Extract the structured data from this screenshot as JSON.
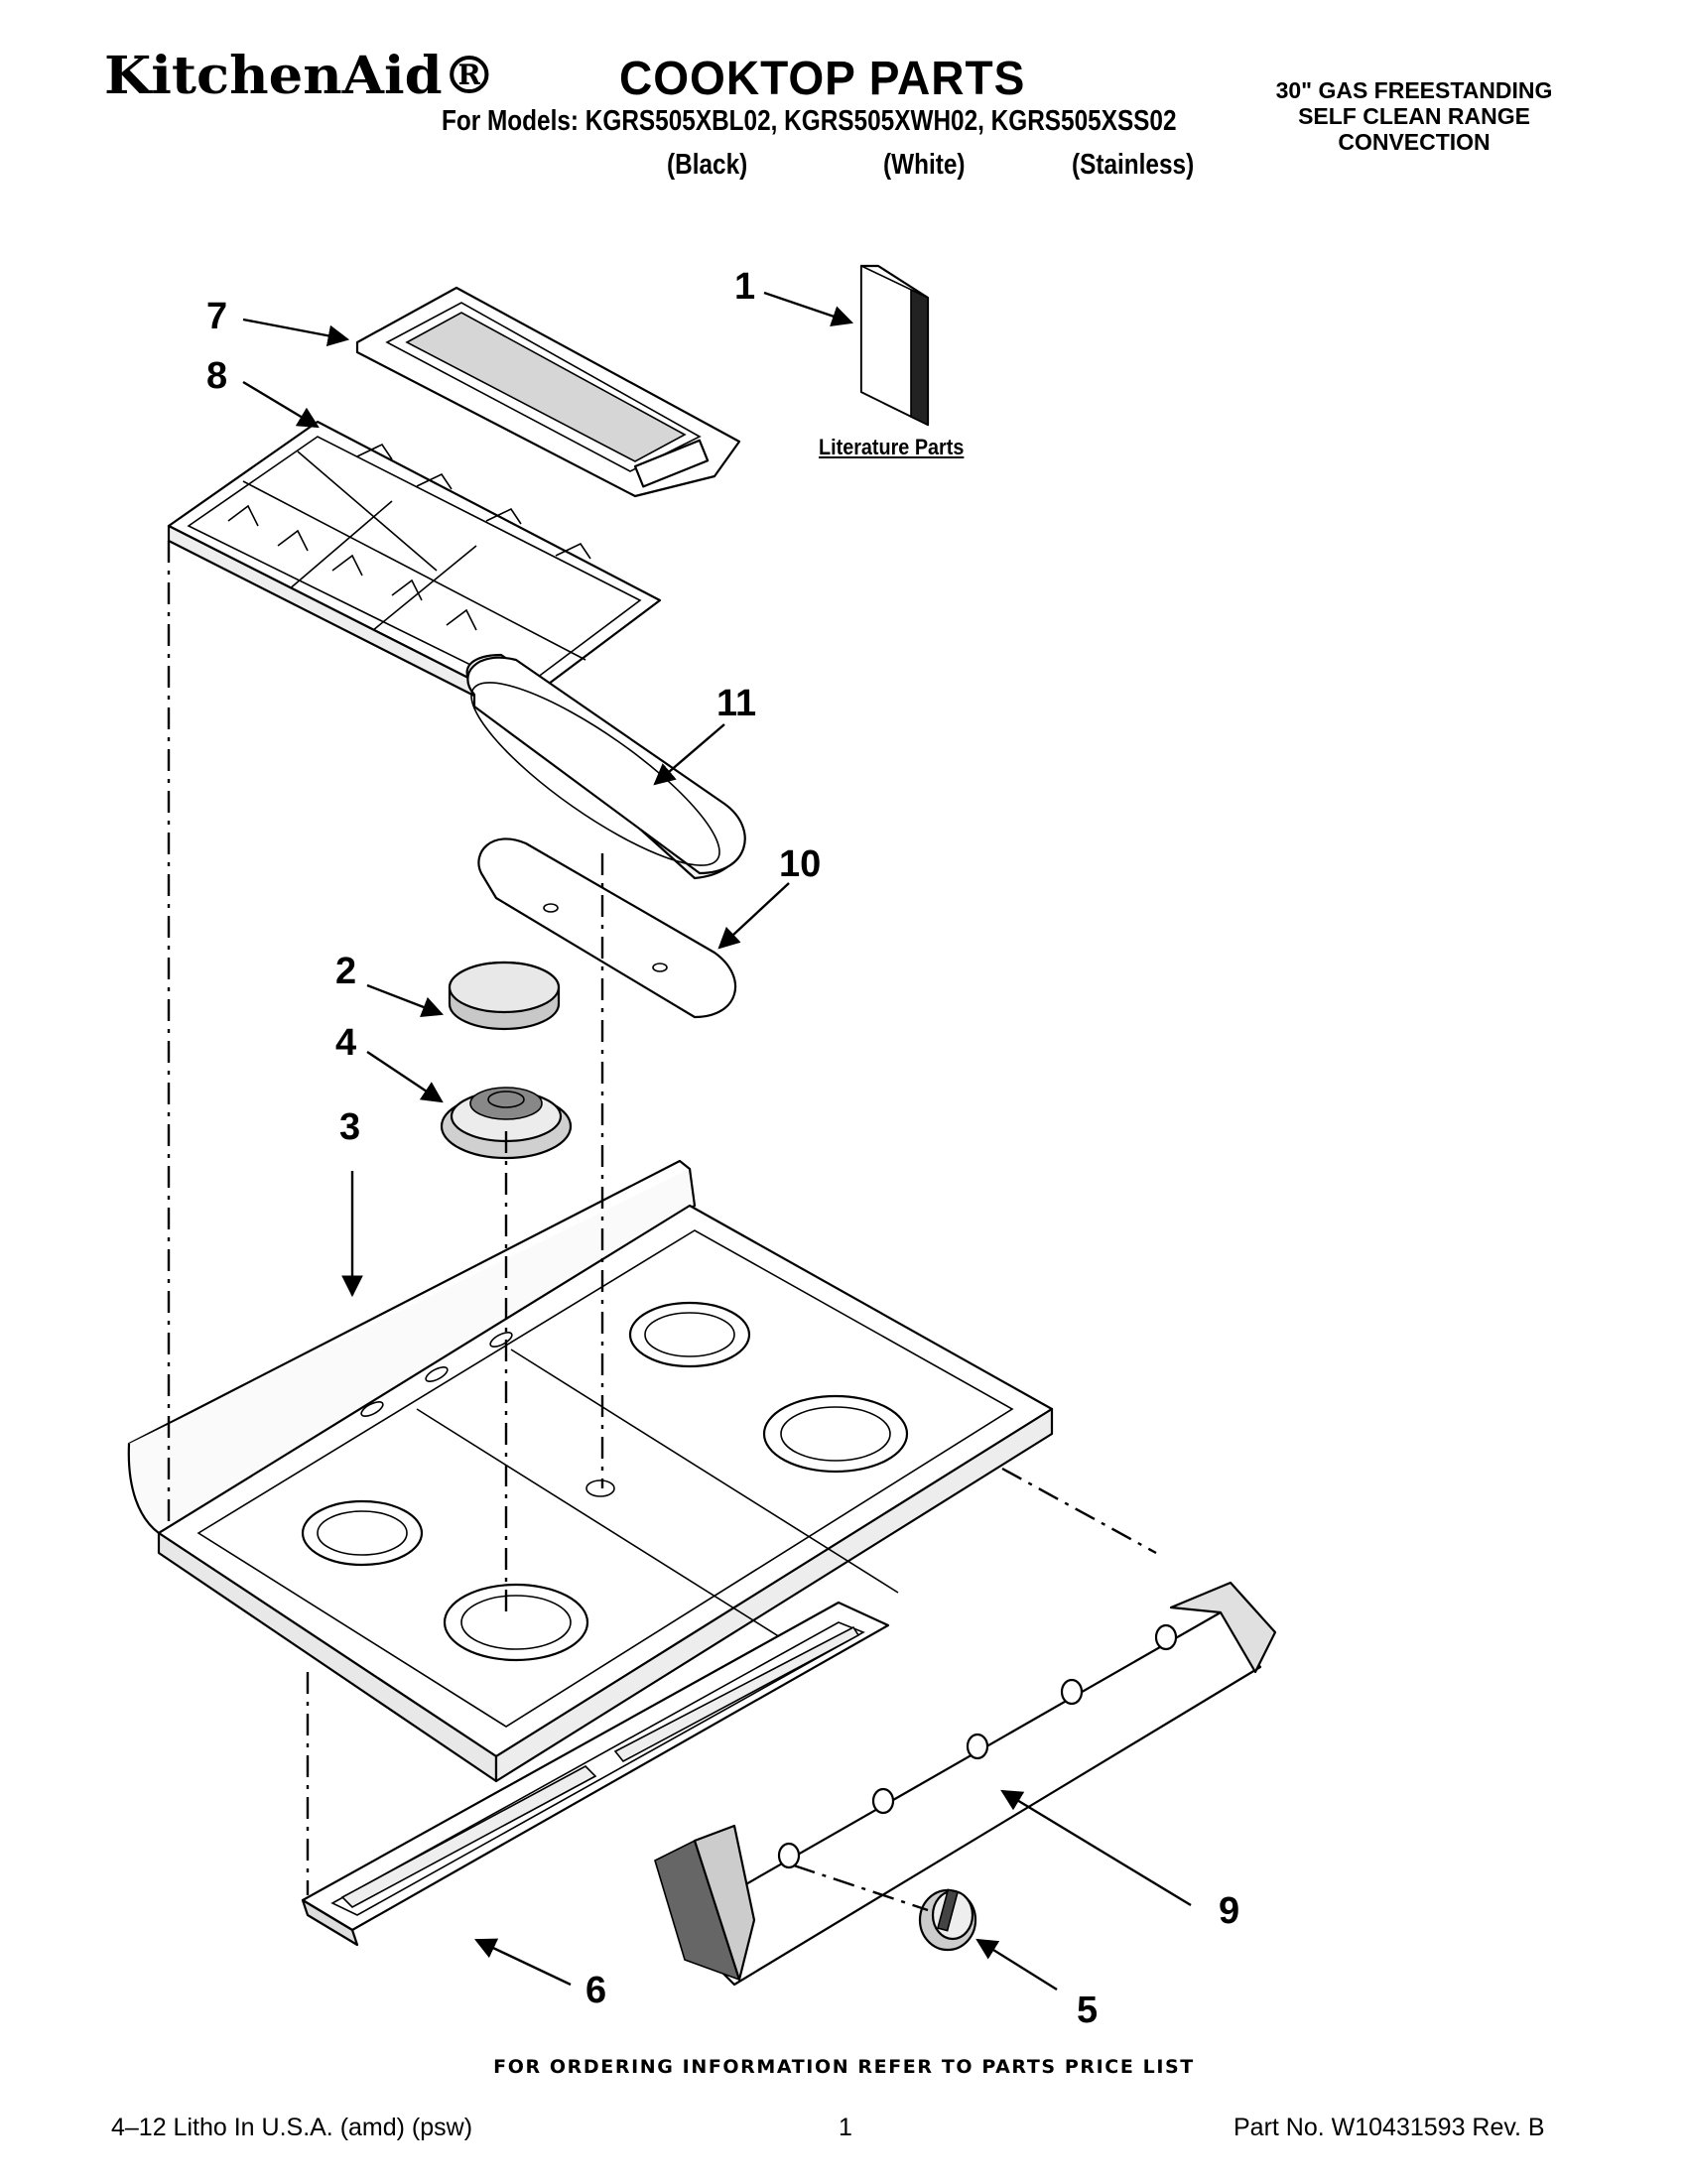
{
  "header": {
    "brand": "KitchenAid®",
    "title": "COOKTOP PARTS",
    "models_label": "For Models: KGRS505XBL02, KGRS505XWH02, KGRS505XSS02",
    "colors": [
      "(Black)",
      "(White)",
      "(Stainless)"
    ],
    "range_description": [
      "30\" GAS FREESTANDING",
      "SELF CLEAN RANGE",
      "CONVECTION"
    ]
  },
  "diagram": {
    "literature_label": "Literature Parts",
    "callouts": [
      "1",
      "2",
      "3",
      "4",
      "5",
      "6",
      "7",
      "8",
      "9",
      "10",
      "11"
    ]
  },
  "footer": {
    "ordering_info": "FOR ORDERING INFORMATION REFER TO PARTS PRICE LIST",
    "litho": "4–12 Litho In U.S.A. (amd) (psw)",
    "page_number": "1",
    "part_number": "Part No. W10431593 Rev. B"
  }
}
